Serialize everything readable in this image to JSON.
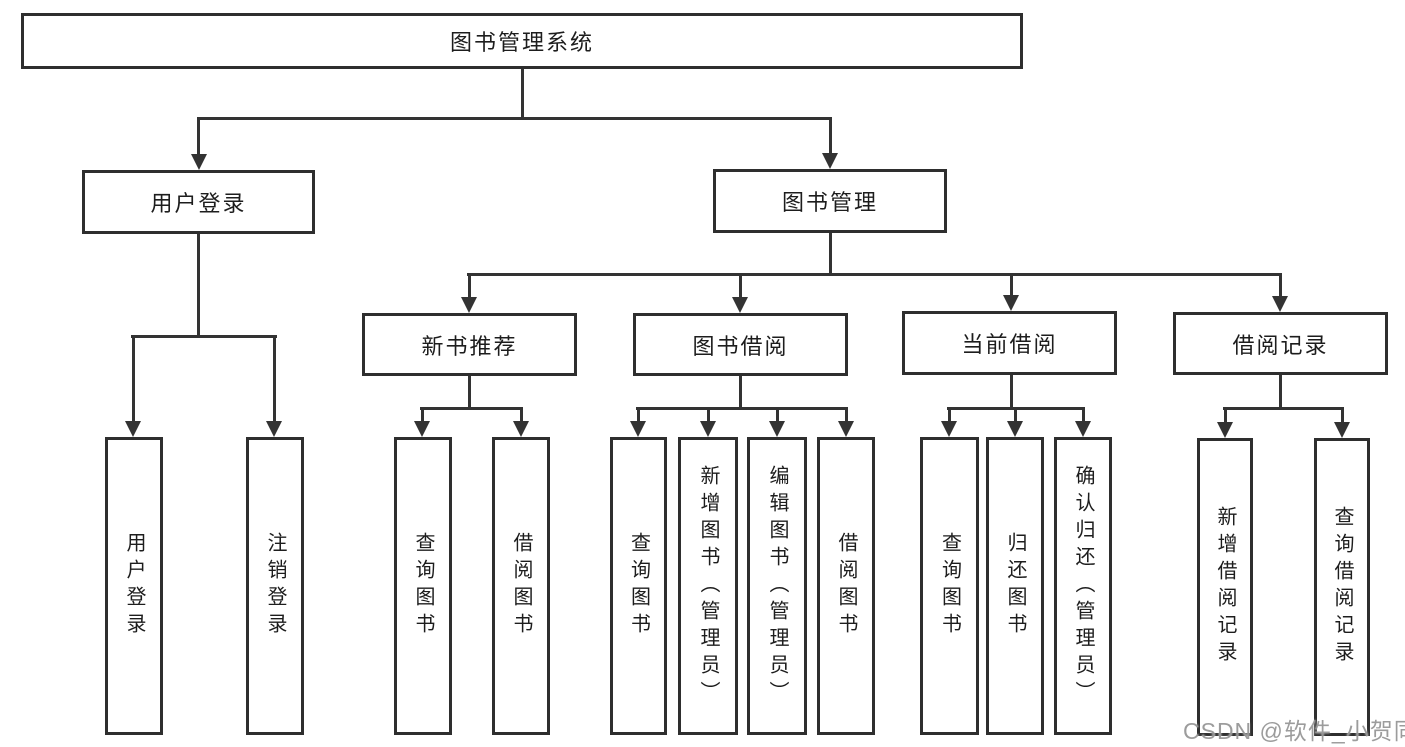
{
  "diagram": {
    "root": {
      "label": "图书管理系统"
    },
    "level2": {
      "user_login": "用户登录",
      "book_mgmt": "图书管理"
    },
    "level3": {
      "new_books": "新书推荐",
      "borrow": "图书借阅",
      "current": "当前借阅",
      "records": "借阅记录"
    },
    "leaves": {
      "user_login_1": "用户登录",
      "user_login_2": "注销登录",
      "new_books_1": "查询图书",
      "new_books_2": "借阅图书",
      "borrow_1": "查询图书",
      "borrow_2": "新增图书（管理员）",
      "borrow_3": "编辑图书（管理员）",
      "borrow_4": "借阅图书",
      "current_1": "查询图书",
      "current_2": "归还图书",
      "current_3": "确认归还（管理员）",
      "records_1": "新增借阅记录",
      "records_2": "查询借阅记录"
    },
    "watermark": "CSDN @软件_小贺同学"
  }
}
